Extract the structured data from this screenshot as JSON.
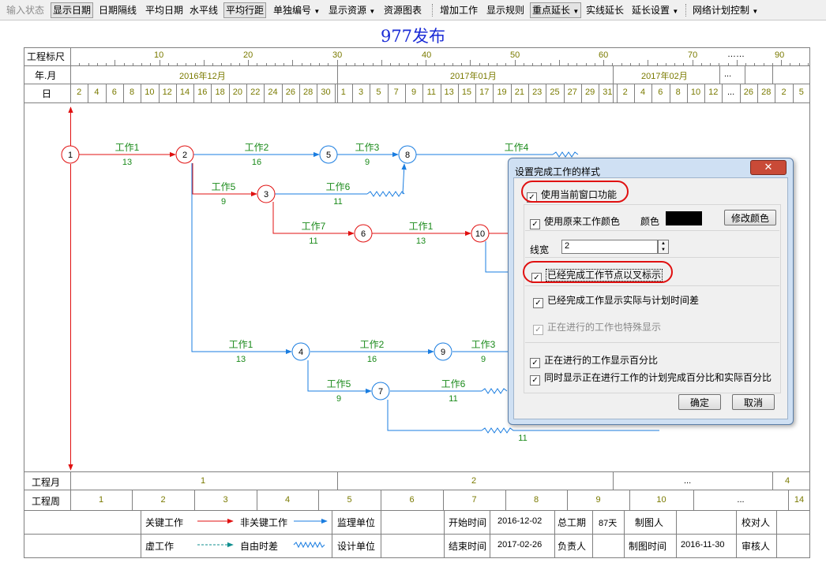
{
  "toolbar": {
    "items": [
      "输入状态",
      "显示日期",
      "日期隔线",
      "平均日期",
      "水平线",
      "平均行距",
      "单独编号",
      "显示资源",
      "资源图表",
      "增加工作",
      "显示规则",
      "重点延长",
      "实线延长",
      "延长设置",
      "网络计划控制"
    ]
  },
  "title": "977发布",
  "header": {
    "row_labels": [
      "工程标尺",
      "年.月",
      "日"
    ],
    "scale_ticks": [
      "10",
      "20",
      "30",
      "40",
      "50",
      "60",
      "70",
      "……",
      "90"
    ],
    "months": [
      "2016年12月",
      "2017年01月",
      "2017年02月",
      "..."
    ],
    "days": [
      "2",
      "4",
      "6",
      "8",
      "10",
      "12",
      "14",
      "16",
      "18",
      "20",
      "22",
      "24",
      "26",
      "28",
      "30",
      "1",
      "3",
      "5",
      "7",
      "9",
      "11",
      "13",
      "15",
      "17",
      "19",
      "21",
      "23",
      "25",
      "27",
      "29",
      "31",
      "2",
      "4",
      "6",
      "8",
      "10",
      "12",
      "...",
      "26",
      "28",
      "2",
      "5"
    ]
  },
  "network": {
    "nodes": [
      "1",
      "2",
      "5",
      "8",
      "3",
      "6",
      "10",
      "4",
      "9",
      "7"
    ],
    "tasks": [
      {
        "name": "工作1",
        "dur": "13"
      },
      {
        "name": "工作2",
        "dur": "16"
      },
      {
        "name": "工作3",
        "dur": "9"
      },
      {
        "name": "工作4",
        "dur": ""
      },
      {
        "name": "工作5",
        "dur": "9"
      },
      {
        "name": "工作6",
        "dur": "11"
      },
      {
        "name": "工作7",
        "dur": "11"
      },
      {
        "name": "工作1",
        "dur": "13"
      },
      {
        "name": "工作1",
        "dur": "13"
      },
      {
        "name": "工作2",
        "dur": "16"
      },
      {
        "name": "工作3",
        "dur": "9"
      },
      {
        "name": "工作5",
        "dur": "9"
      },
      {
        "name": "工作6",
        "dur": "11"
      },
      {
        "name": "",
        "dur": "11"
      }
    ]
  },
  "footer": {
    "month_label": "工程月",
    "months": [
      "1",
      "2",
      "...",
      "4"
    ],
    "week_label": "工程周",
    "weeks": [
      "1",
      "2",
      "3",
      "4",
      "5",
      "6",
      "7",
      "8",
      "9",
      "10",
      "...",
      "14"
    ]
  },
  "legend": {
    "critical": "关键工作",
    "noncritical": "非关键工作",
    "dummy": "虚工作",
    "float": "自由时差",
    "supervisor": "监理单位",
    "designer": "设计单位",
    "start_label": "开始时间",
    "start_value": "2016-12-02",
    "end_label": "结束时间",
    "end_value": "2017-02-26",
    "duration_label": "总工期",
    "duration_value": "87天",
    "owner_label": "负责人",
    "drawer_label": "制图人",
    "draw_time_label": "制图时间",
    "draw_time_value": "2016-11-30",
    "checker_label": "校对人",
    "reviewer_label": "审核人"
  },
  "dialog": {
    "title": "设置完成工作的样式",
    "close": "✕",
    "cb1": "使用当前窗口功能",
    "cb2": "使用原来工作颜色",
    "color_label": "颜色",
    "color_value": "#000000",
    "change_color": "修改颜色",
    "width_label": "线宽",
    "width_value": "2",
    "cb3": "已经完成工作节点以叉标示",
    "cb4": "已经完成工作显示实际与计划时间差",
    "cb5": "正在进行的工作也特殊显示",
    "cb6": "正在进行的工作显示百分比",
    "cb7": "同时显示正在进行工作的计划完成百分比和实际百分比",
    "ok": "确定",
    "cancel": "取消"
  },
  "colors": {
    "critical": "#e01010",
    "noncritical": "#1a7de0",
    "label": "#1a8a1a",
    "title": "#1a2bd6"
  }
}
